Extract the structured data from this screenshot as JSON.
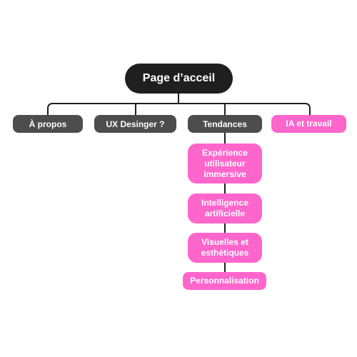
{
  "diagram": {
    "root": {
      "label": "Page d’acceil"
    },
    "branches": [
      {
        "label": "À propos"
      },
      {
        "label": "UX Desinger ?"
      },
      {
        "label": "Tendances"
      },
      {
        "label": "IA et travail"
      }
    ],
    "tendances_children": [
      {
        "lines": [
          "Expérience",
          "utilisateur",
          "immersive"
        ]
      },
      {
        "lines": [
          "Intelligence",
          "artificielle"
        ]
      },
      {
        "lines": [
          "Visuelles et",
          "esthétiques"
        ]
      },
      {
        "lines": [
          "Personnalisation"
        ]
      }
    ]
  },
  "colors": {
    "root": "#1f1f1f",
    "branch_dark": "#4d4d4d",
    "accent_pink": "#ff66cc",
    "connector": "#1f1f1f",
    "background": "#ffffff"
  }
}
